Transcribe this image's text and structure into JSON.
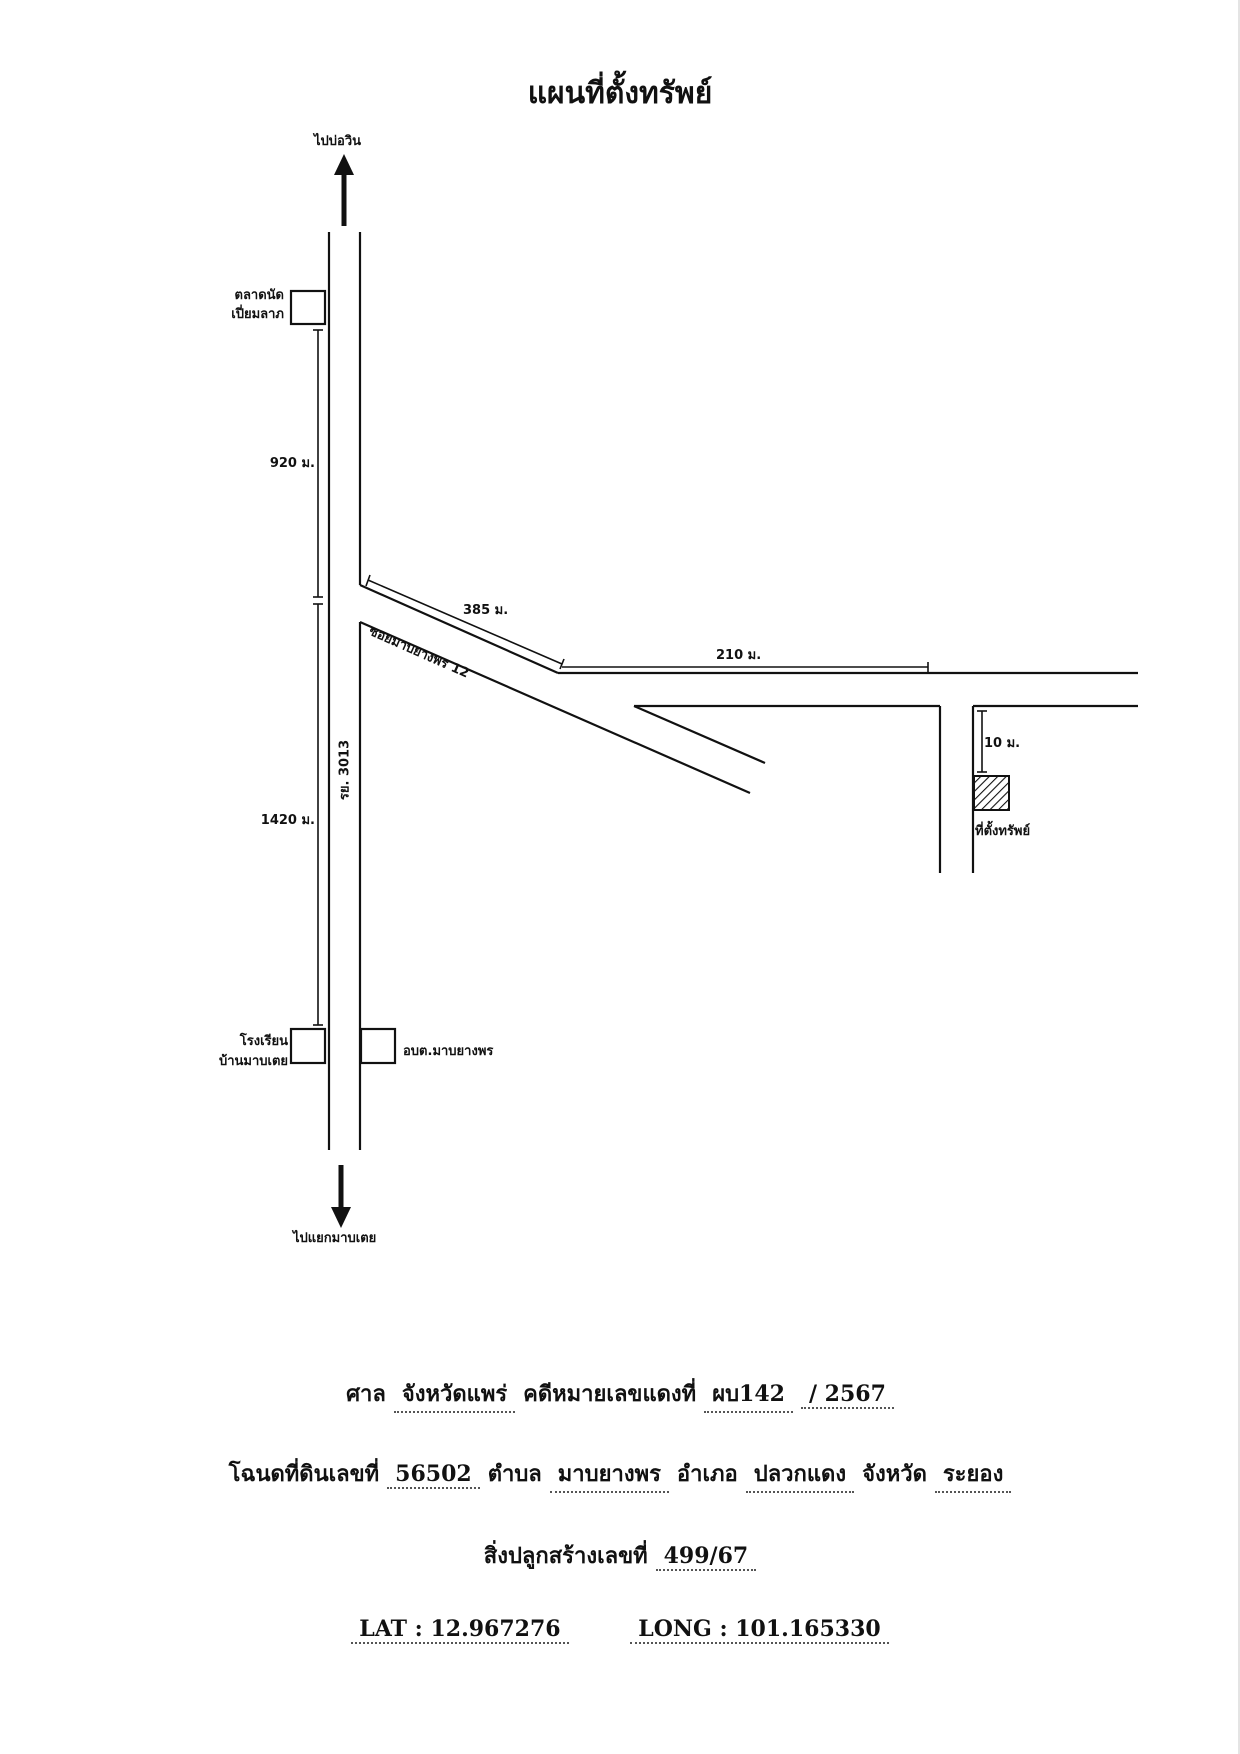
{
  "title": "แผนที่ตั้งทรัพย์",
  "map": {
    "north_dest": "ไปบ่อวิน",
    "south_dest": "ไปแยกมาบเตย",
    "market_line1": "ตลาดนัด",
    "market_line2": "เปี่ยมลาภ",
    "school_line1": "โรงเรียน",
    "school_line2": "บ้านมาบเตย",
    "sao": "อบต.มาบยางพร",
    "highway": "รย. 3013",
    "soi": "ซอยมาบยางพร 12",
    "dist_920": "920 ม.",
    "dist_1420": "1420 ม.",
    "dist_385": "385 ม.",
    "dist_210": "210 ม.",
    "dist_10": "10 ม.",
    "property": "ที่ตั้งทรัพย์"
  },
  "info": {
    "court_label": "ศาล",
    "court_value": "จังหวัดแพร่",
    "case_label": "คดีหมายเลขแดงที่",
    "case_prefix": "ผบ142",
    "case_year": "/ 2567",
    "deed_label": "โฉนดที่ดินเลขที่",
    "deed_value": "56502",
    "tambon_label": "ตำบล",
    "tambon_value": "มาบยางพร",
    "amphoe_label": "อำเภอ",
    "amphoe_value": "ปลวกแดง",
    "province_label": "จังหวัด",
    "province_value": "ระยอง",
    "building_label": "สิ่งปลูกสร้างเลขที่",
    "building_value": "499/67",
    "lat_label": "LAT :",
    "lat_value": "12.967276",
    "long_label": "LONG :",
    "long_value": "101.165330"
  }
}
